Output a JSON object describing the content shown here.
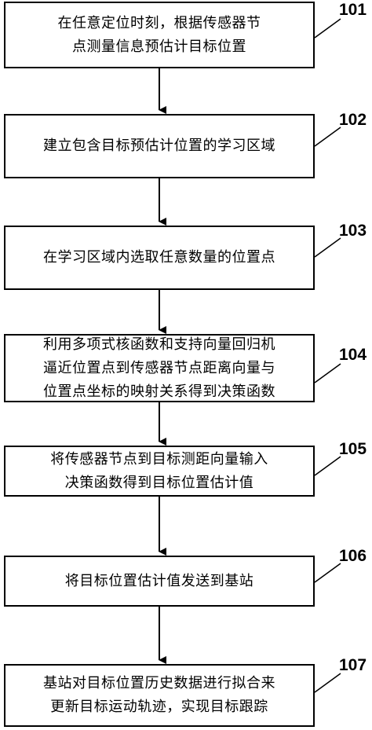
{
  "steps": [
    {
      "id": "101",
      "text": "在任意定位时刻，根据传感器节\n点测量信息预估计目标位置"
    },
    {
      "id": "102",
      "text": "建立包含目标预估计位置的学习区域"
    },
    {
      "id": "103",
      "text": "在学习区域内选取任意数量的位置点"
    },
    {
      "id": "104",
      "text": "利用多项式核函数和支持向量回归机\n逼近位置点到传感器节点距离向量与\n位置点坐标的映射关系得到决策函数"
    },
    {
      "id": "105",
      "text": "将传感器节点到目标测距向量输入\n决策函数得到目标位置估计值"
    },
    {
      "id": "106",
      "text": "将目标位置估计值发送到基站"
    },
    {
      "id": "107",
      "text": "基站对目标位置历史数据进行拟合来\n更新目标运动轨迹，实现目标跟踪"
    }
  ]
}
